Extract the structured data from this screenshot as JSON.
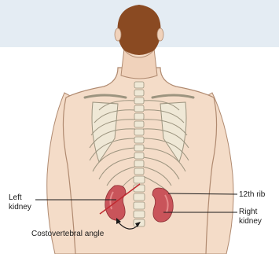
{
  "labels": {
    "left_kidney": "Left\nkidney",
    "rib_12th": "12th rib",
    "right_kidney": "Right\nkidney",
    "costovertebral_angle": "Costovertebral angle"
  },
  "colors": {
    "background_band": "#e4ecf3",
    "skin": "#f4dcc8",
    "skin_outline": "#b08a70",
    "hair": "#8a4a22",
    "bone": "#efe8d6",
    "bone_outline": "#9c947f",
    "kidney": "#c9545a",
    "kidney_highlight": "#e58a8a",
    "angle_line": "#c0292f",
    "leader_line": "#1a1a1a"
  }
}
